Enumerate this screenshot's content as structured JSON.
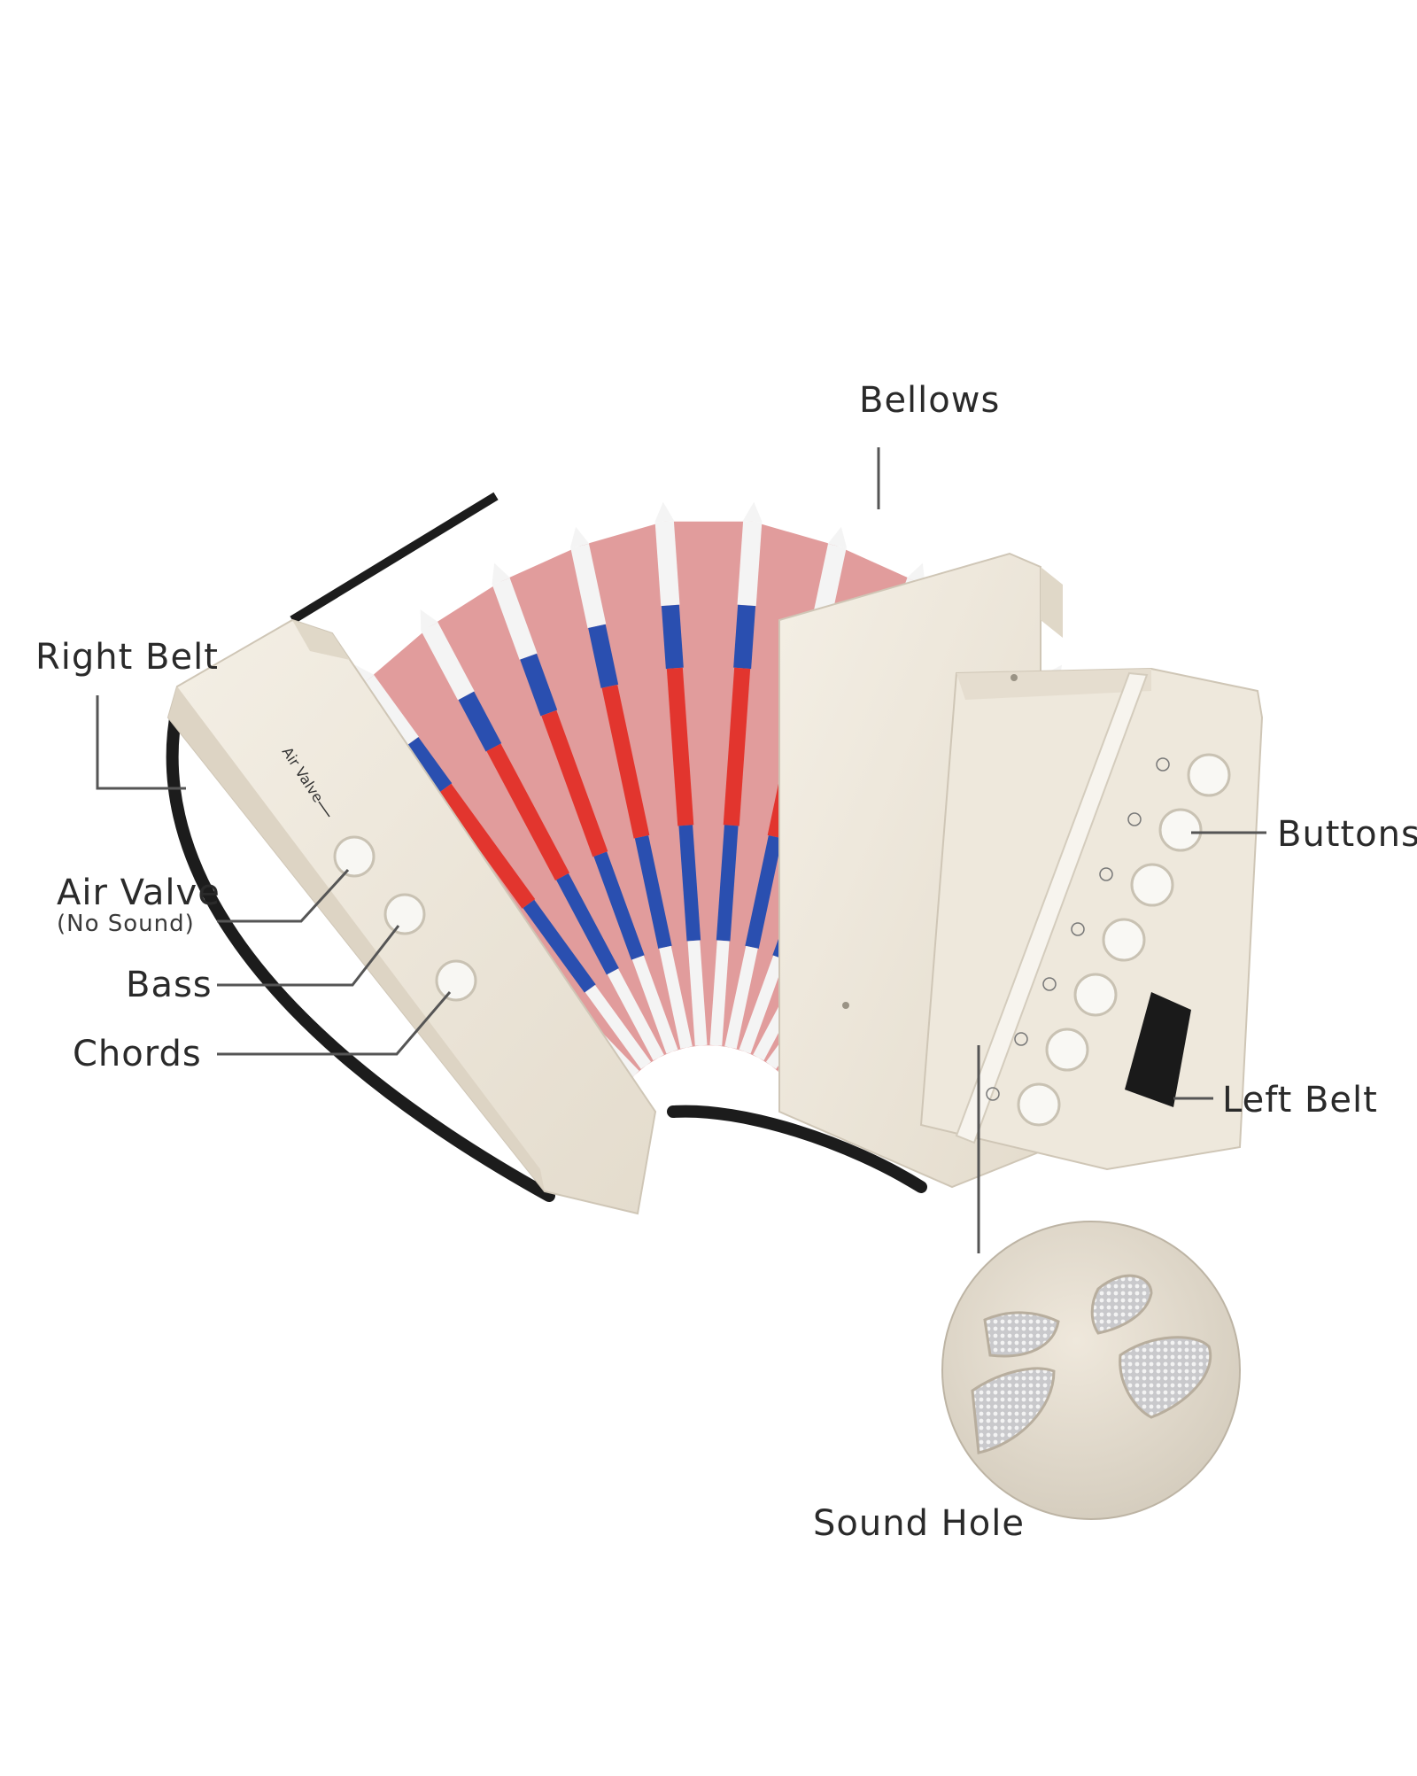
{
  "labels": {
    "bellows": "Bellows",
    "right_belt": "Right Belt",
    "air_valve": "Air Valve",
    "air_valve_note": "(No Sound)",
    "bass": "Bass",
    "chords": "Chords",
    "buttons": "Buttons",
    "left_belt": "Left Belt",
    "sound_hole": "Sound Hole"
  },
  "instrument": {
    "panel_text": "Air Valve",
    "treble_button_count": 7,
    "bass_button_count": 3
  },
  "colors": {
    "body": "#efe9dd",
    "bellows_red": "#e2352e",
    "bellows_blue": "#2a4fb0",
    "bellows_white": "#f4f4f4",
    "strap": "#1c1c1c",
    "leader_line": "#555555",
    "text": "#2a2a2a"
  }
}
